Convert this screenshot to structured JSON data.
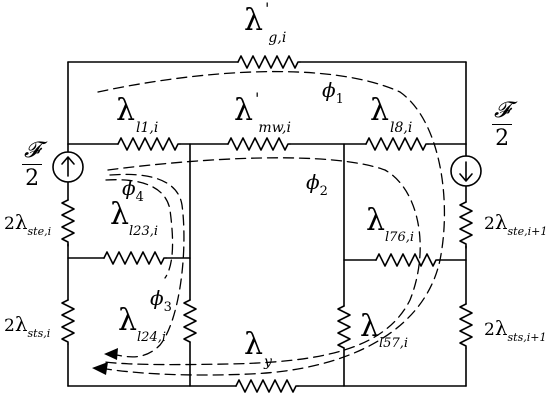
{
  "labels": {
    "lambda_g": {
      "symbol": "λ",
      "prime": "'",
      "sub": "g,i"
    },
    "lambda_l1": {
      "symbol": "λ",
      "sub": "l1,i"
    },
    "lambda_mw": {
      "symbol": "λ",
      "prime": "'",
      "sub": "mw,i"
    },
    "lambda_l8": {
      "symbol": "λ",
      "sub": "l8,i"
    },
    "lambda_l23": {
      "symbol": "λ",
      "sub": "l23,i"
    },
    "lambda_l76": {
      "symbol": "λ",
      "sub": "l76,i"
    },
    "lambda_l24": {
      "symbol": "λ",
      "sub": "l24,i"
    },
    "lambda_y": {
      "symbol": "λ",
      "sub": "y"
    },
    "lambda_l57": {
      "symbol": "λ",
      "sub": "l57,i"
    },
    "ste_left": {
      "coef": "2",
      "symbol": "λ",
      "sub": "ste,i"
    },
    "sts_left": {
      "coef": "2",
      "symbol": "λ",
      "sub": "sts,i"
    },
    "ste_right": {
      "coef": "2",
      "symbol": "λ",
      "sub": "ste,i+1"
    },
    "sts_right": {
      "coef": "2",
      "symbol": "λ",
      "sub": "sts,i+1"
    }
  },
  "sources": {
    "left": {
      "numerator": "𝓕",
      "denominator": "2"
    },
    "right": {
      "numerator": "𝓕",
      "denominator": "2"
    }
  },
  "fluxes": {
    "phi1": {
      "symbol": "ϕ",
      "sub": "1"
    },
    "phi2": {
      "symbol": "ϕ",
      "sub": "2"
    },
    "phi3": {
      "symbol": "ϕ",
      "sub": "3"
    },
    "phi4": {
      "symbol": "ϕ",
      "sub": "4"
    }
  }
}
